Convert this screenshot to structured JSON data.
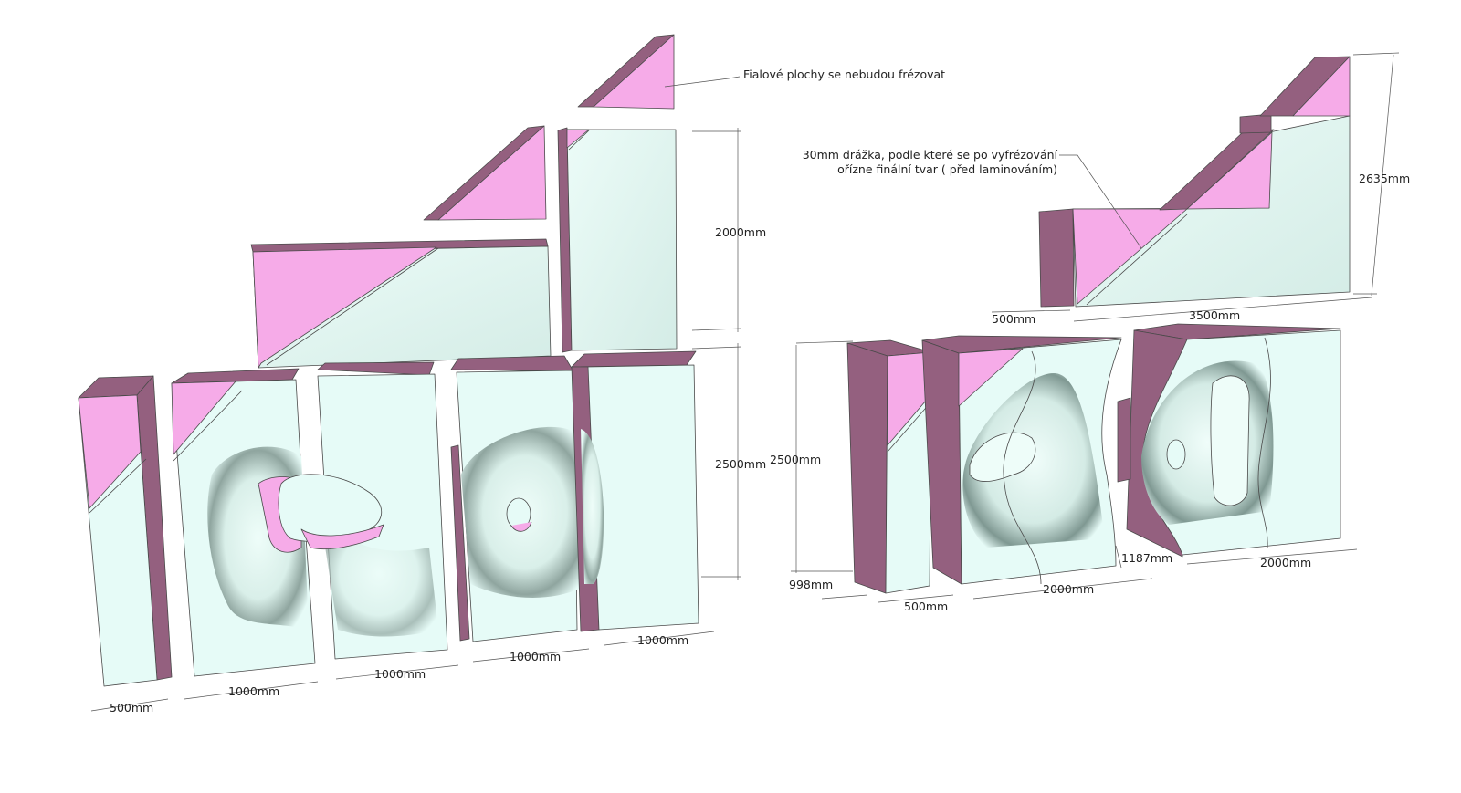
{
  "annotations": {
    "purple_note": "Fialové plochy se nebudou frézovat",
    "groove_note_line1": "30mm drážka, podle které se po vyfrézování",
    "groove_note_line2": "ořízne finální tvar ( před laminováním)"
  },
  "left_assembly": {
    "dims": {
      "d_500": "500mm",
      "d_1000_a": "1000mm",
      "d_1000_b": "1000mm",
      "d_1000_c": "1000mm",
      "d_1000_d": "1000mm",
      "h_2000": "2000mm",
      "h_2500": "2500mm"
    }
  },
  "right_assembly": {
    "dims": {
      "h_2635": "2635mm",
      "d_500_top": "500mm",
      "d_3500": "3500mm",
      "h_2500": "2500mm",
      "d_998": "998mm",
      "d_500": "500mm",
      "d_2000_a": "2000mm",
      "d_1187": "1187mm",
      "d_2000_b": "2000mm"
    }
  },
  "colors": {
    "purple_face": "#f6abe8",
    "purple_side": "#94607f",
    "mould_face": "#e6fbf7",
    "mould_shadow": "#8fa59f",
    "edge": "#4a4a4a"
  }
}
